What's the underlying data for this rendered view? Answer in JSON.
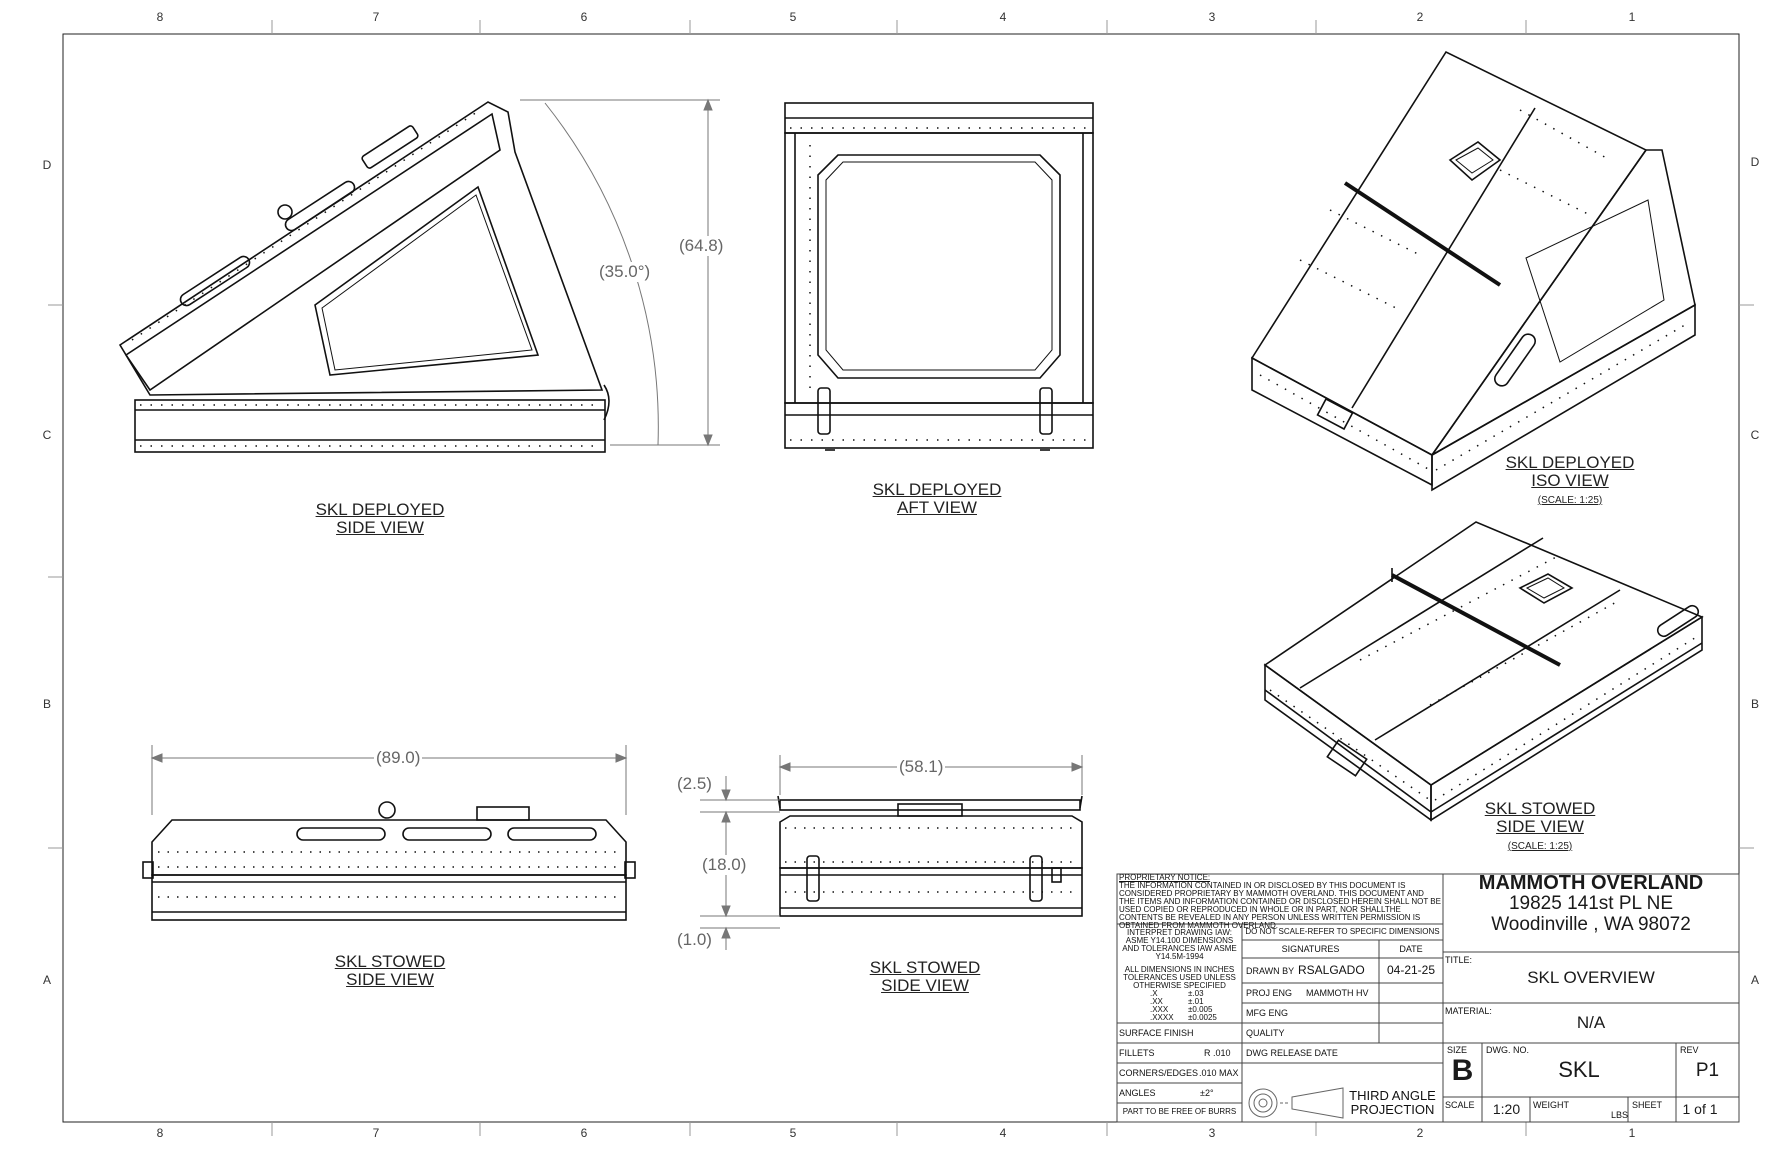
{
  "zones": {
    "cols": [
      "8",
      "7",
      "6",
      "5",
      "4",
      "3",
      "2",
      "1"
    ],
    "rows": [
      "D",
      "C",
      "B",
      "A"
    ]
  },
  "views": {
    "deployed_side": {
      "line1": "SKL DEPLOYED",
      "line2": "SIDE VIEW"
    },
    "deployed_aft": {
      "line1": "SKL DEPLOYED",
      "line2": "AFT VIEW"
    },
    "deployed_iso": {
      "line1": "SKL DEPLOYED",
      "line2": "ISO VIEW",
      "scale": "(SCALE: 1:25)"
    },
    "stowed_iso": {
      "line1": "SKL STOWED",
      "line2": "SIDE VIEW",
      "scale": "(SCALE: 1:25)"
    },
    "stowed_side": {
      "line1": "SKL STOWED",
      "line2": "SIDE VIEW"
    },
    "stowed_end": {
      "line1": "SKL STOWED",
      "line2": "SIDE VIEW"
    }
  },
  "dimensions": {
    "angle": "(35.0°)",
    "height": "(64.8)",
    "length": "(89.0)",
    "width": "(58.1)",
    "top": "(2.5)",
    "middle": "(18.0)",
    "bottom": "(1.0)"
  },
  "title_block": {
    "proprietary_heading": "PROPRIETARY NOTICE:",
    "proprietary_text": "THE INFORMATION CONTAINED IN OR DISCLOSED BY THIS DOCUMENT IS CONSIDERED PROPRIETARY BY MAMMOTH OVERLAND. THIS DOCUMENT AND THE ITEMS AND INFORMATION CONTAINED OR DISCLOSED HEREIN SHALL NOT BE USED COPIED OR REPRODUCED IN WHOLE OR IN PART, NOR SHALLTHE CONTENTS BE REVEALED IN ANY PERSON UNLESS WRITTEN PERMISSION IS OBTAINED FROM MAMMOTH OVERLAND.",
    "company": "MAMMOTH OVERLAND",
    "address1": "19825 141st PL NE",
    "address2": "Woodinville , WA 98072",
    "interpret": "INTERPRET DRAWING IAW: ASME Y14.100 DIMENSIONS AND TOLERANCES IAW ASME Y14.5M-1994",
    "all_dims": "ALL DIMENSIONS IN INCHES TOLERANCES USED UNLESS OTHERWISE SPECIFIED",
    "tol_labels": [
      ".X",
      ".XX",
      ".XXX",
      ".XXXX"
    ],
    "tol_values": [
      "±.03",
      "±.01",
      "±0.005",
      "±0.0025"
    ],
    "do_not_scale": "DO NOT SCALE-REFER TO SPECIFIC DIMENSIONS",
    "signatures": "SIGNATURES",
    "date": "DATE",
    "drawn_by_label": "DRAWN BY",
    "drawn_by": "RSALGADO",
    "drawn_date": "04-21-25",
    "proj_eng_label": "PROJ ENG",
    "proj_eng": "MAMMOTH HV",
    "mfg_eng": "MFG ENG",
    "quality": "QUALITY",
    "dwg_release": "DWG RELEASE DATE",
    "surface_finish": "SURFACE FINISH",
    "fillets_label": "FILLETS",
    "fillets_value": "R .010",
    "corners_label": "CORNERS/EDGES",
    "corners_value": ".010 MAX",
    "angles_label": "ANGLES",
    "angles_value": "±2°",
    "burrs": "PART TO BE FREE OF BURRS",
    "projection_line1": "THIRD ANGLE",
    "projection_line2": "PROJECTION",
    "title_label": "TITLE:",
    "title": "SKL OVERVIEW",
    "material_label": "MATERIAL:",
    "material": "N/A",
    "size_label": "SIZE",
    "size": "B",
    "dwg_no_label": "DWG. NO.",
    "dwg_no": "SKL",
    "rev_label": "REV",
    "rev": "P1",
    "scale_label": "SCALE",
    "scale": "1:20",
    "weight_label": "WEIGHT",
    "weight_unit": "LBS",
    "sheet_label": "SHEET",
    "sheet": "1 of 1"
  }
}
